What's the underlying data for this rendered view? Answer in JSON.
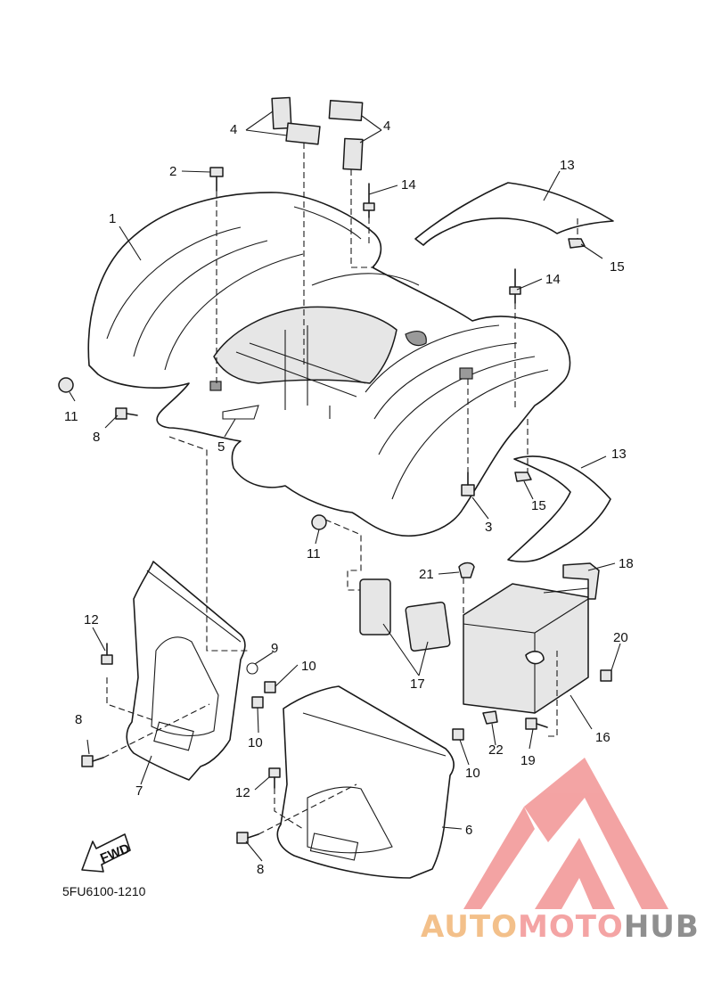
{
  "diagram": {
    "callouts": {
      "c1": "1",
      "c2": "2",
      "c3": "3",
      "c4a": "4",
      "c4b": "4",
      "c5": "5",
      "c6": "6",
      "c7": "7",
      "c8a": "8",
      "c8b": "8",
      "c8c": "8",
      "c9": "9",
      "c10a": "10",
      "c10b": "10",
      "c10c": "10",
      "c11a": "11",
      "c11b": "11",
      "c12a": "12",
      "c12b": "12",
      "c13a": "13",
      "c13b": "13",
      "c14a": "14",
      "c14b": "14",
      "c15a": "15",
      "c15b": "15",
      "c16": "16",
      "c17": "17",
      "c18": "18",
      "c19": "19",
      "c20": "20",
      "c21": "21",
      "c22": "22"
    },
    "fwd_label": "FWD",
    "diagram_code": "5FU6100-1210"
  },
  "watermark": {
    "text_auto": "AUTO",
    "text_moto": "MOTO",
    "text_hub": "HUB",
    "colors": {
      "auto": "#f3c08a",
      "moto": "#f4a4a4",
      "hub": "#8f8f8f",
      "logo": "#f29a9a"
    }
  }
}
